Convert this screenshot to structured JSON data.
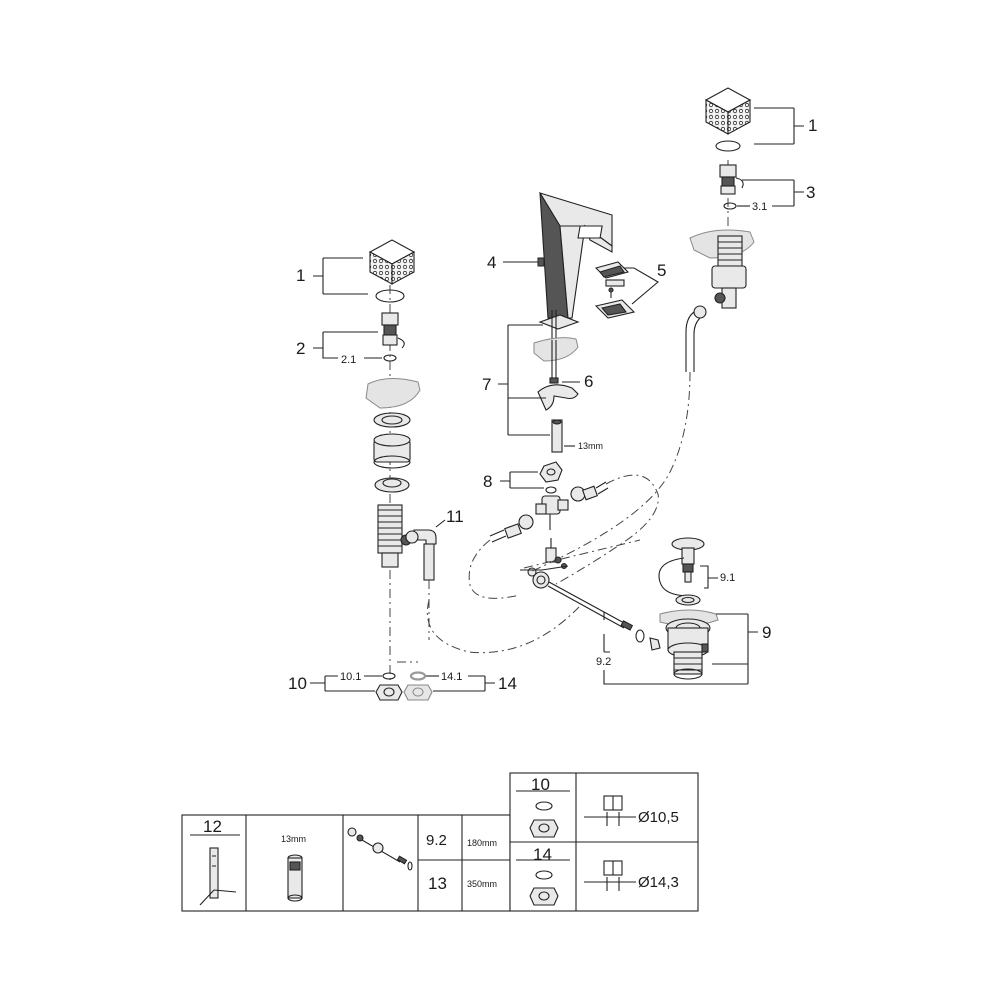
{
  "callouts": {
    "c1": "1",
    "c2": "2",
    "c2_1": "2.1",
    "c3": "3",
    "c3_1": "3.1",
    "c4": "4",
    "c5": "5",
    "c6": "6",
    "c7": "7",
    "c7_size": "13mm",
    "c8": "8",
    "c9": "9",
    "c9_1": "9.1",
    "c9_2": "9.2",
    "c10": "10",
    "c10_1": "10.1",
    "c11": "11",
    "c14": "14",
    "c14_1": "14.1"
  },
  "spares_table": {
    "tool_id": "12",
    "socket_size": "13mm",
    "rods": [
      {
        "id": "9.2",
        "length": "180mm"
      },
      {
        "id": "13",
        "length": "350mm"
      }
    ],
    "connectors": [
      {
        "id": "10",
        "diameter": "Ø10,5"
      },
      {
        "id": "14",
        "diameter": "Ø14,3"
      }
    ]
  },
  "icons": [
    "cross-handle-icon",
    "faucet-spout-icon",
    "pop-up-waste-icon",
    "hex-nut-icon",
    "o-ring-icon",
    "socket-wrench-icon",
    "hose-icon"
  ]
}
